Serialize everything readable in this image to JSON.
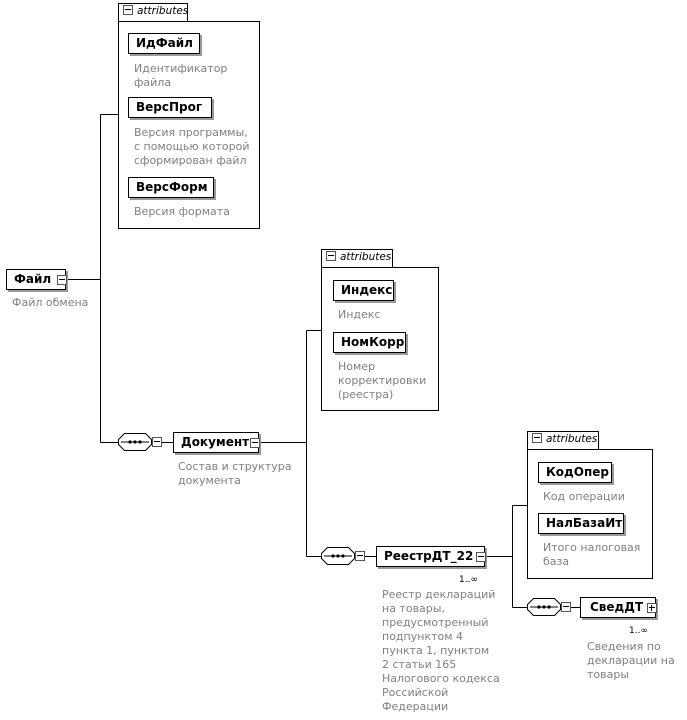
{
  "attributes_label": "attributes",
  "root": {
    "name": "Файл",
    "desc": "Файл обмена"
  },
  "root_attrs": [
    {
      "name": "ИдФайл",
      "desc": "Идентификатор\nфайла"
    },
    {
      "name": "ВерсПрог",
      "desc": "Версия программы,\nс помощью которой\nсформирован файл"
    },
    {
      "name": "ВерсФорм",
      "desc": "Версия формата"
    }
  ],
  "document": {
    "name": "Документ",
    "desc": "Состав и структура\nдокумента"
  },
  "document_attrs": [
    {
      "name": "Индекс",
      "desc": "Индекс"
    },
    {
      "name": "НомКорр",
      "desc": "Номер\nкорректировки\n(реестра)"
    }
  ],
  "registry": {
    "name": "РеестрДТ_22",
    "cardinality": "1..∞",
    "desc": "Реестр деклараций\nна товары,\nпредусмотренный\nподпунктом 4\nпункта 1, пунктом\n2 статьи 165\nНалогового кодекса\nРоссийской\nФедерации"
  },
  "registry_attrs": [
    {
      "name": "КодОпер",
      "desc": "Код операции"
    },
    {
      "name": "НалБазаИт",
      "desc": "Итого налоговая\nбаза"
    }
  ],
  "sved": {
    "name": "СведДТ",
    "cardinality": "1..∞",
    "desc": "Сведения по\nдекларации на\nтовары"
  }
}
